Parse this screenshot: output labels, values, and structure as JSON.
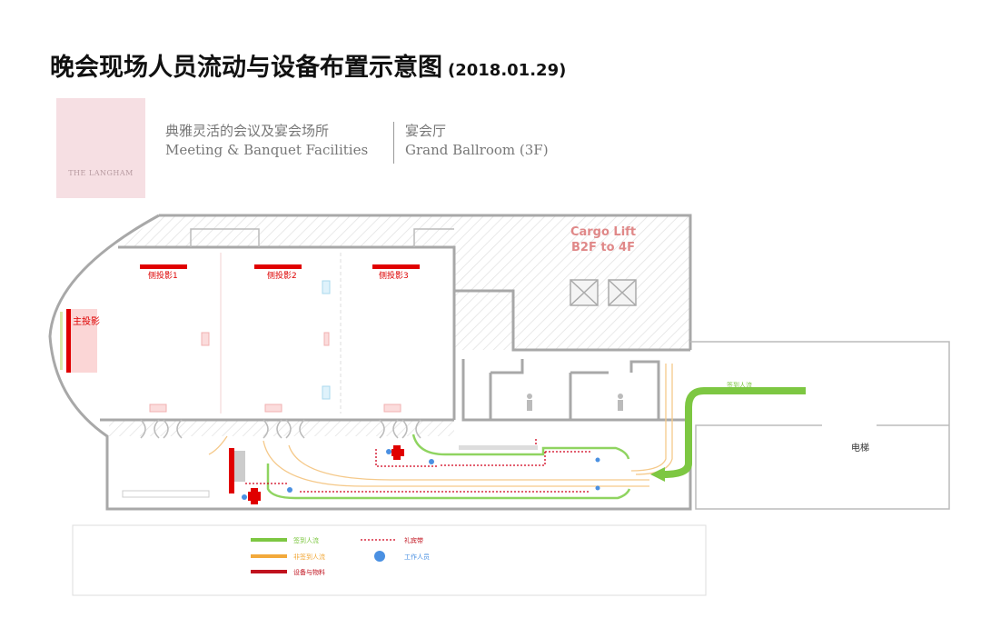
{
  "title": {
    "main": "晚会现场人员流动与设备布置示意图",
    "date": "(2018.01.29)"
  },
  "logo": {
    "text": "THE LANGHAM"
  },
  "header": {
    "left_cn": "典雅灵活的会议及宴会场所",
    "left_en": "Meeting & Banquet Facilities",
    "right_cn": "宴会厅",
    "right_en": "Grand Ballroom (3F)"
  },
  "plan": {
    "cargo_lift_line1": "Cargo Lift",
    "cargo_lift_line2": "B2F to 4F",
    "main_projection": "主投影",
    "side_projections": [
      "侧投影1",
      "侧投影2",
      "侧投影3"
    ],
    "elevator": "电梯",
    "checkin_flow_label": "签到人流"
  },
  "legend": {
    "items": [
      {
        "label": "签到人流",
        "color": "#7dc742",
        "type": "line"
      },
      {
        "label": "非签到人流",
        "color": "#f2a93b",
        "type": "line"
      },
      {
        "label": "设备与物料",
        "color": "#c0121e",
        "type": "line"
      },
      {
        "label": "礼宾带",
        "color": "#d0021b",
        "type": "dotted"
      },
      {
        "label": "工作人员",
        "color": "#4a90e2",
        "type": "dot"
      }
    ]
  },
  "colors": {
    "green": "#7dc742",
    "orange": "#f2a93b",
    "red": "#e00000",
    "blue": "#4a90e2",
    "wall": "#a8a8a8"
  }
}
